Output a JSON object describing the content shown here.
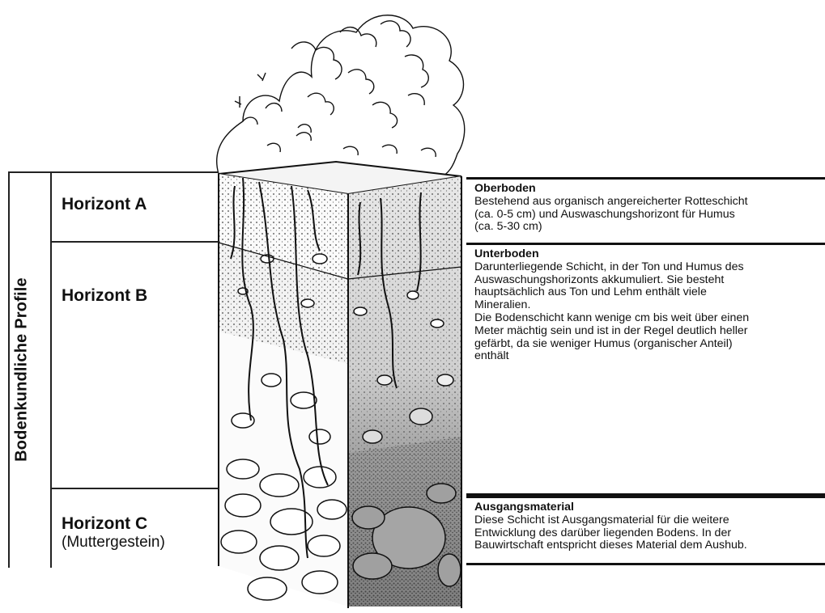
{
  "profile_label": "Bodenkundliche Profile",
  "horizons": [
    {
      "title": "Horizont A",
      "subtitle": ""
    },
    {
      "title": "Horizont B",
      "subtitle": ""
    },
    {
      "title": "Horizont C",
      "subtitle": "(Muttergestein)"
    }
  ],
  "descriptions": [
    {
      "title": "Oberboden",
      "text": "Bestehend aus organisch angereicherter Rotteschicht\n(ca. 0-5 cm) und Auswaschungshorizont für Humus\n(ca. 5-30 cm)"
    },
    {
      "title": "Unterboden",
      "text": "Darunterliegende Schicht, in der Ton und Humus des\nAuswaschungshorizonts akkumuliert. Sie besteht\nhauptsächlich aus Ton und Lehm enthält viele\nMineralien.\nDie Bodenschicht kann wenige cm bis weit über einen\nMeter mächtig sein und ist in der Regel deutlich heller\ngefärbt, da sie weniger Humus (organischer Anteil)\nenthält"
    },
    {
      "title": "Ausgangsmaterial",
      "text": "Diese Schicht ist Ausgangsmaterial für die weitere\nEntwicklung des darüber liegenden Bodens. In der\nBauwirtschaft entspricht dieses Material dem Aushub."
    }
  ]
}
